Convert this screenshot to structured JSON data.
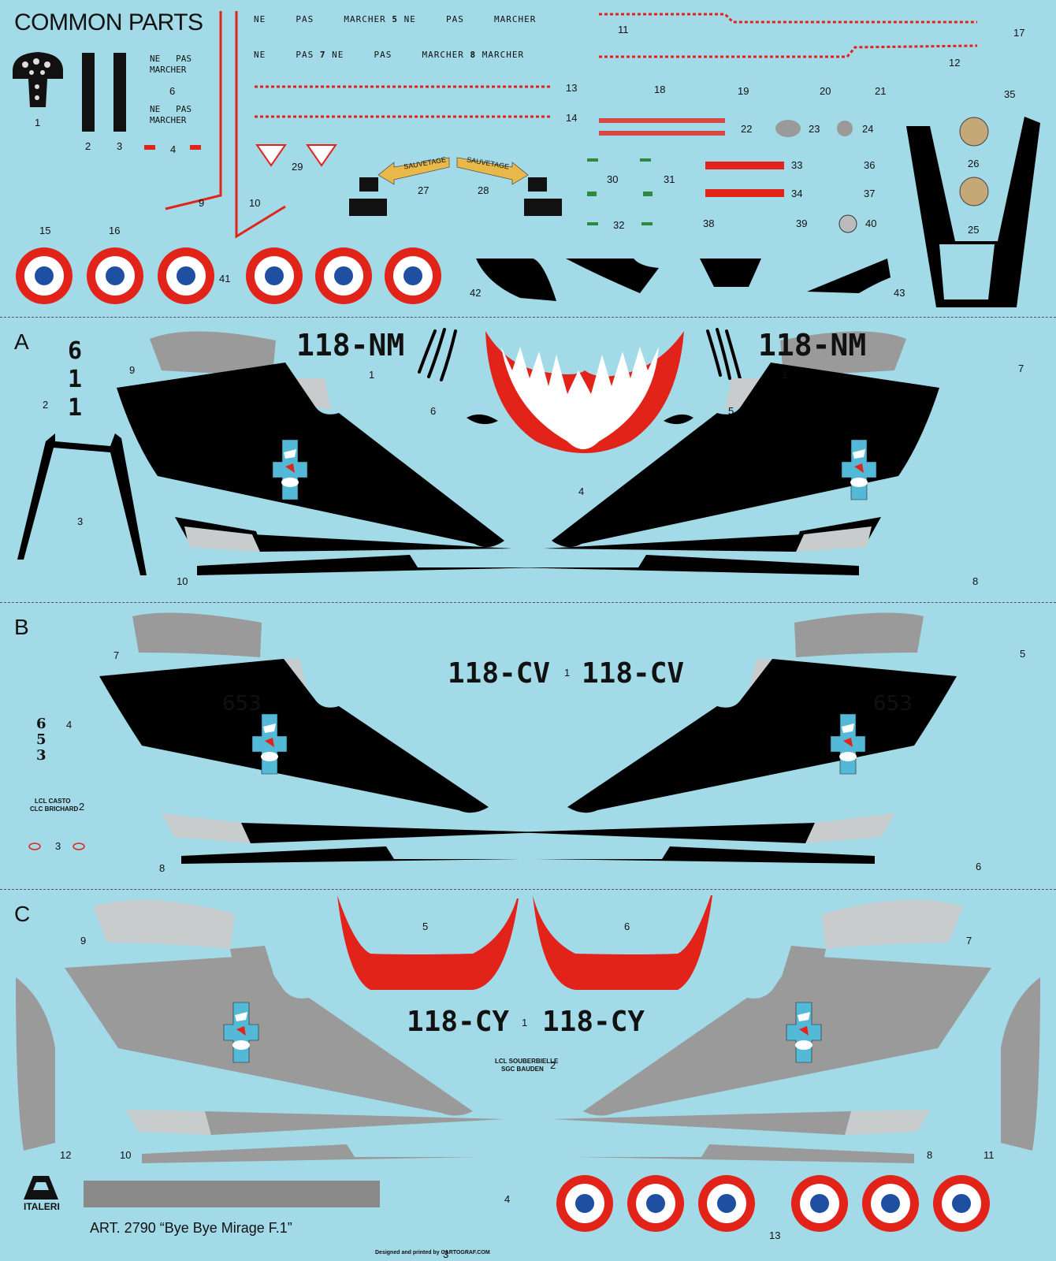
{
  "title": "COMMON PARTS",
  "colors": {
    "background": "#a2dae8",
    "red": "#e2231a",
    "blue": "#1e4fa0",
    "black": "#000000",
    "grey": "#9a9a9a",
    "light_grey": "#c8cccc"
  },
  "stencils": {
    "ne": "NE",
    "pas": "PAS",
    "marcher": "MARCHER",
    "sauvetage": "SAUVETAGE",
    "lcl_casto": "LCL CASTO",
    "clc_brichard": "CLC BRICHARD",
    "lcl_souberbielle": "LCL SOUBERBIELLE",
    "sgc_bauden": "SGC BAUDEN"
  },
  "common_numbers": [
    "1",
    "2",
    "3",
    "4",
    "5",
    "6",
    "7",
    "8",
    "9",
    "10",
    "11",
    "12",
    "13",
    "14",
    "15",
    "16",
    "17",
    "18",
    "19",
    "20",
    "21",
    "22",
    "23",
    "24",
    "25",
    "26",
    "27",
    "28",
    "29",
    "30",
    "31",
    "32",
    "33",
    "34",
    "35",
    "36",
    "37",
    "38",
    "39",
    "40",
    "41",
    "42",
    "43"
  ],
  "section_a": {
    "letter": "A",
    "code": "118-NM",
    "vertical_number": [
      "6",
      "1",
      "1"
    ],
    "numbers": [
      "1",
      "1",
      "2",
      "3",
      "4",
      "5",
      "6",
      "7",
      "8",
      "9",
      "10"
    ]
  },
  "section_b": {
    "letter": "B",
    "code": "118-CV",
    "serial": "653",
    "vertical_number": [
      "6",
      "5",
      "3"
    ],
    "numbers": [
      "1",
      "2",
      "3",
      "4",
      "5",
      "6",
      "7",
      "8"
    ]
  },
  "section_c": {
    "letter": "C",
    "code": "118-CY",
    "numbers": [
      "1",
      "2",
      "3",
      "4",
      "5",
      "6",
      "7",
      "8",
      "9",
      "10",
      "11",
      "12",
      "13"
    ]
  },
  "footer": {
    "brand": "ITALERI",
    "title": "ART. 2790 “Bye Bye Mirage F.1”",
    "credit": "Designed and printed by CARTOGRAF.COM"
  }
}
